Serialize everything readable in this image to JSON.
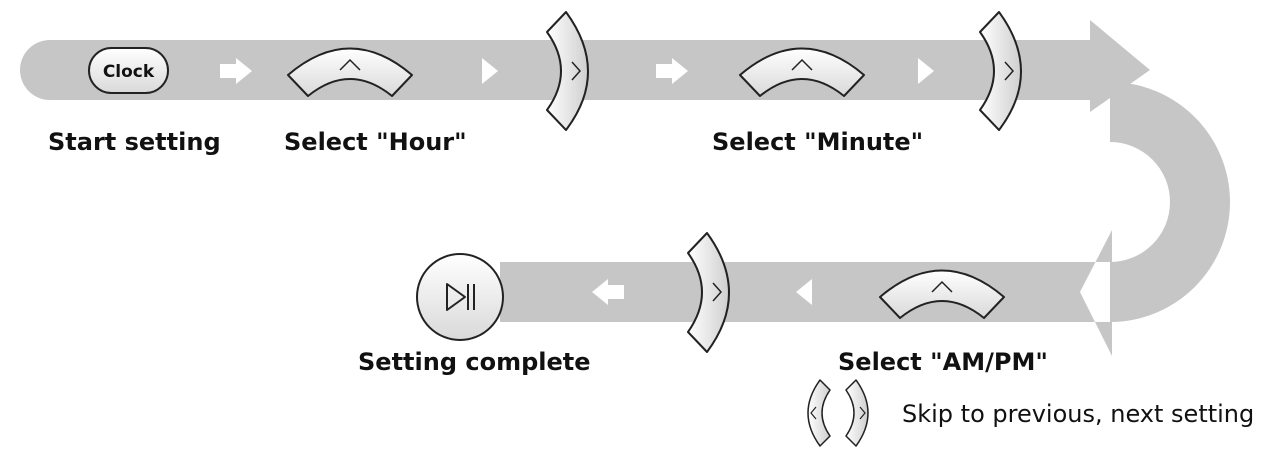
{
  "steps": {
    "start_label": "Start setting",
    "clock_button_label": "Clock",
    "hour_label": "Select \"Hour\"",
    "minute_label": "Select \"Minute\"",
    "ampm_label": "Select \"AM/PM\"",
    "complete_label": "Setting complete"
  },
  "legend": {
    "text": "Skip to previous, next setting"
  },
  "colors": {
    "band": "#c6c6c6",
    "arrow": "#ffffff",
    "stroke": "#222222"
  },
  "icons": [
    "clock-button",
    "up-dial-icon",
    "right-dial-icon",
    "left-dial-icon",
    "play-pause-button-icon"
  ]
}
